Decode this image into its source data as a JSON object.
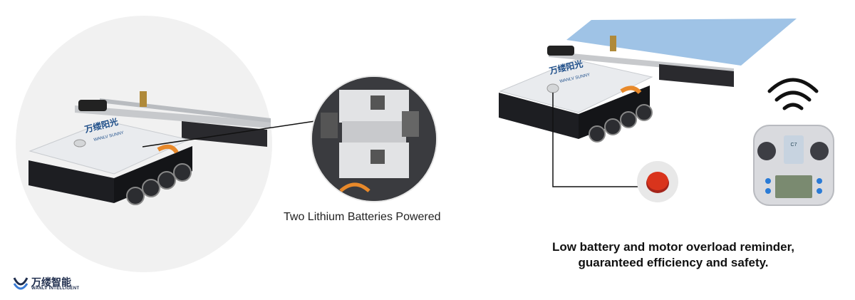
{
  "left_robot": {
    "cover_brand_cn": "万缕阳光",
    "cover_brand_en": "WANLV SUNNY"
  },
  "batteries_caption": "Two Lithium Batteries Powered",
  "right_robot": {
    "cover_brand_cn": "万缕阳光",
    "cover_brand_en": "WANLV SUNNY"
  },
  "remote": {
    "screen_label": "C7"
  },
  "reminder_caption": {
    "line1": "Low battery and motor overload reminder,",
    "line2": "guaranteed efficiency and safety."
  },
  "brand": {
    "cn": "万缕智能",
    "en": "WANLV INTELLIGENT"
  },
  "colors": {
    "robot_cover": "#e9ebee",
    "robot_body": "#1d1e22",
    "handle_orange": "#e8892a",
    "stop_red": "#d9341c",
    "solar_panel": "#9fc3e6",
    "brand_navy": "#1f2d4d",
    "remote_body": "#d9dade"
  },
  "icons": [
    "wifi-icon",
    "brand-logo-icon"
  ]
}
